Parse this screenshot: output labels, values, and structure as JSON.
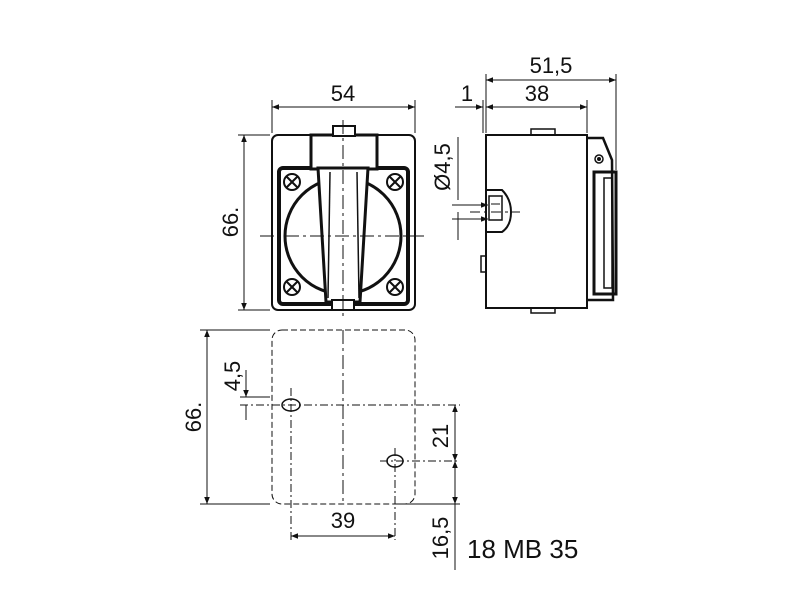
{
  "drawing": {
    "dimensions": {
      "front_width": "54",
      "front_height": "66.",
      "side_total_depth": "51,5",
      "side_flange": "1",
      "side_body_depth": "38",
      "hole_diameter": "Ø4,5",
      "cutout_height": "66.",
      "hole_offset_top": "4,5",
      "hole_spacing_vertical": "21",
      "hole_spacing_horizontal": "39",
      "hole_offset_bottom": "16,5"
    },
    "part_number": "18 MB 35"
  }
}
